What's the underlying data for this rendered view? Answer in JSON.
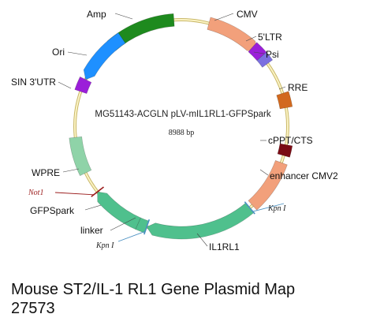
{
  "map": {
    "name": "MG51143-ACGLN pLV-mIL1RL1-GFPSpark",
    "size": "8988 bp"
  },
  "features": [
    {
      "label": "Amp",
      "color": "#1e8a1e"
    },
    {
      "label": "CMV",
      "color": "#f2a07b"
    },
    {
      "label": "5'LTR",
      "color": "#9b1fd9"
    },
    {
      "label": "Psi",
      "color": "#7b6fe0"
    },
    {
      "label": "RRE",
      "color": "#d2691e"
    },
    {
      "label": "cPPT/CTS",
      "color": "#7a0b14"
    },
    {
      "label": "enhancer CMV2",
      "color": "#f2a07b"
    },
    {
      "label": "IL1RL1",
      "color": "#4fc08d"
    },
    {
      "label": "linker",
      "color": "#4fc08d"
    },
    {
      "label": "GFPSpark",
      "color": "#4fc08d"
    },
    {
      "label": "WPRE",
      "color": "#8fd3a8"
    },
    {
      "label": "SIN 3'UTR",
      "color": "#9b1fd9"
    },
    {
      "label": "Ori",
      "color": "#1e90ff"
    }
  ],
  "sites": [
    {
      "label": "Not1",
      "color": "#9b1c1c"
    },
    {
      "label": "Kpn I",
      "color": "#4a90c2"
    },
    {
      "label": "Kpn I",
      "color": "#4a90c2"
    }
  ],
  "caption": {
    "line1": "Mouse ST2/IL-1 RL1 Gene Plasmid Map",
    "line2": "27573"
  }
}
